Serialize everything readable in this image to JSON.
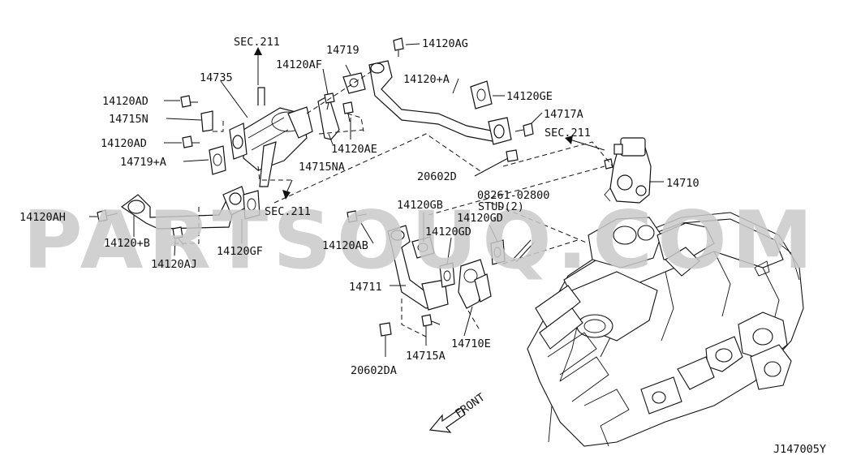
{
  "diagram": {
    "watermark": "PARTSOUQ.COM",
    "ref_code": "J147005Y",
    "front_label": "FRONT",
    "labels": {
      "sec211_top": "SEC.211",
      "p14120AG": "14120AG",
      "p14719": "14719",
      "p14120AF": "14120AF",
      "p14735": "14735",
      "p14120AD_a": "14120AD",
      "p14715N": "14715N",
      "p14120AD_b": "14120AD",
      "p14719A": "14719+A",
      "p14120A": "14120+A",
      "p14120GE": "14120GE",
      "p14717A": "14717A",
      "sec211_right": "SEC.211",
      "p14120AE": "14120AE",
      "p14715NA": "14715NA",
      "p20602D": "20602D",
      "p14710": "14710",
      "p08261": "08261-02800",
      "stud2": "STUD(2)",
      "p14120GB": "14120GB",
      "p14120GD_a": "14120GD",
      "p14120GD_b": "14120GD",
      "p14120AH": "14120AH",
      "sec211_mid": "SEC.211",
      "p14120B": "14120+B",
      "p14120AJ": "14120AJ",
      "p14120GF": "14120GF",
      "p14120AB": "14120AB",
      "p14711": "14711",
      "p20602DA": "20602DA",
      "p14715A": "14715A",
      "p14710E": "14710E"
    }
  }
}
